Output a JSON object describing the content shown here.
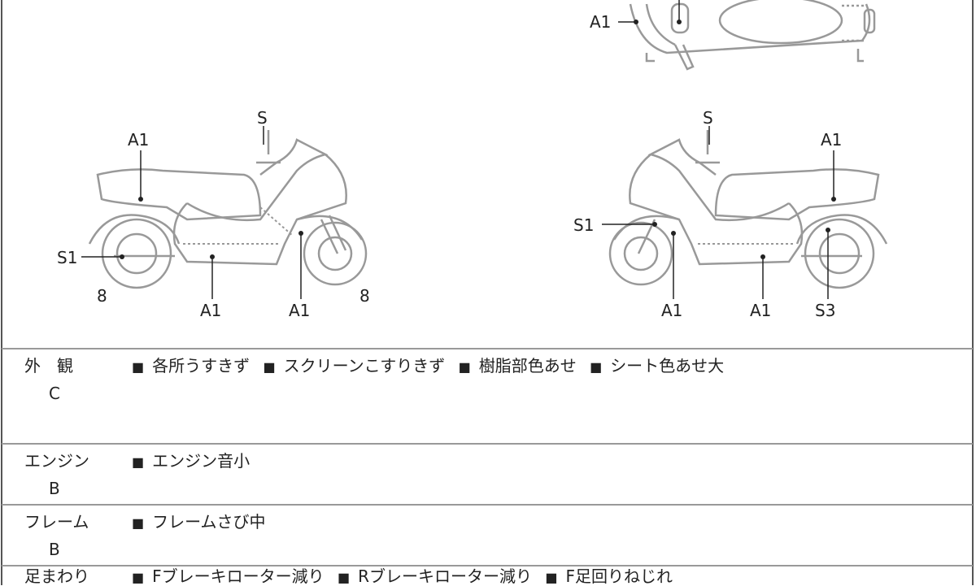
{
  "diagram": {
    "top_view": {
      "a1": "A1"
    },
    "left_view": {
      "s": "S",
      "a1_top": "A1",
      "s1": "S1",
      "a1_bottom_left": "A1",
      "a1_bottom_right": "A1",
      "tire_rear": "8",
      "tire_front": "8"
    },
    "right_view": {
      "s": "S",
      "a1_top": "A1",
      "s1": "S1",
      "a1_bottom_left": "A1",
      "a1_bottom_right": "A1",
      "s3": "S3"
    }
  },
  "sections": [
    {
      "name": "外　観",
      "grade": "C",
      "items": [
        "各所うすきず",
        "スクリーンこすりきず",
        "樹脂部色あせ",
        "シート色あせ大"
      ]
    },
    {
      "name": "エンジン",
      "grade": "B",
      "items": [
        "エンジン音小"
      ]
    },
    {
      "name": "フレーム",
      "grade": "B",
      "items": [
        "フレームさび中"
      ]
    },
    {
      "name": "足まわり",
      "grade": "",
      "items": [
        "Fブレーキローター減り",
        "Rブレーキローター減り",
        "F足回りねじれ"
      ]
    }
  ]
}
